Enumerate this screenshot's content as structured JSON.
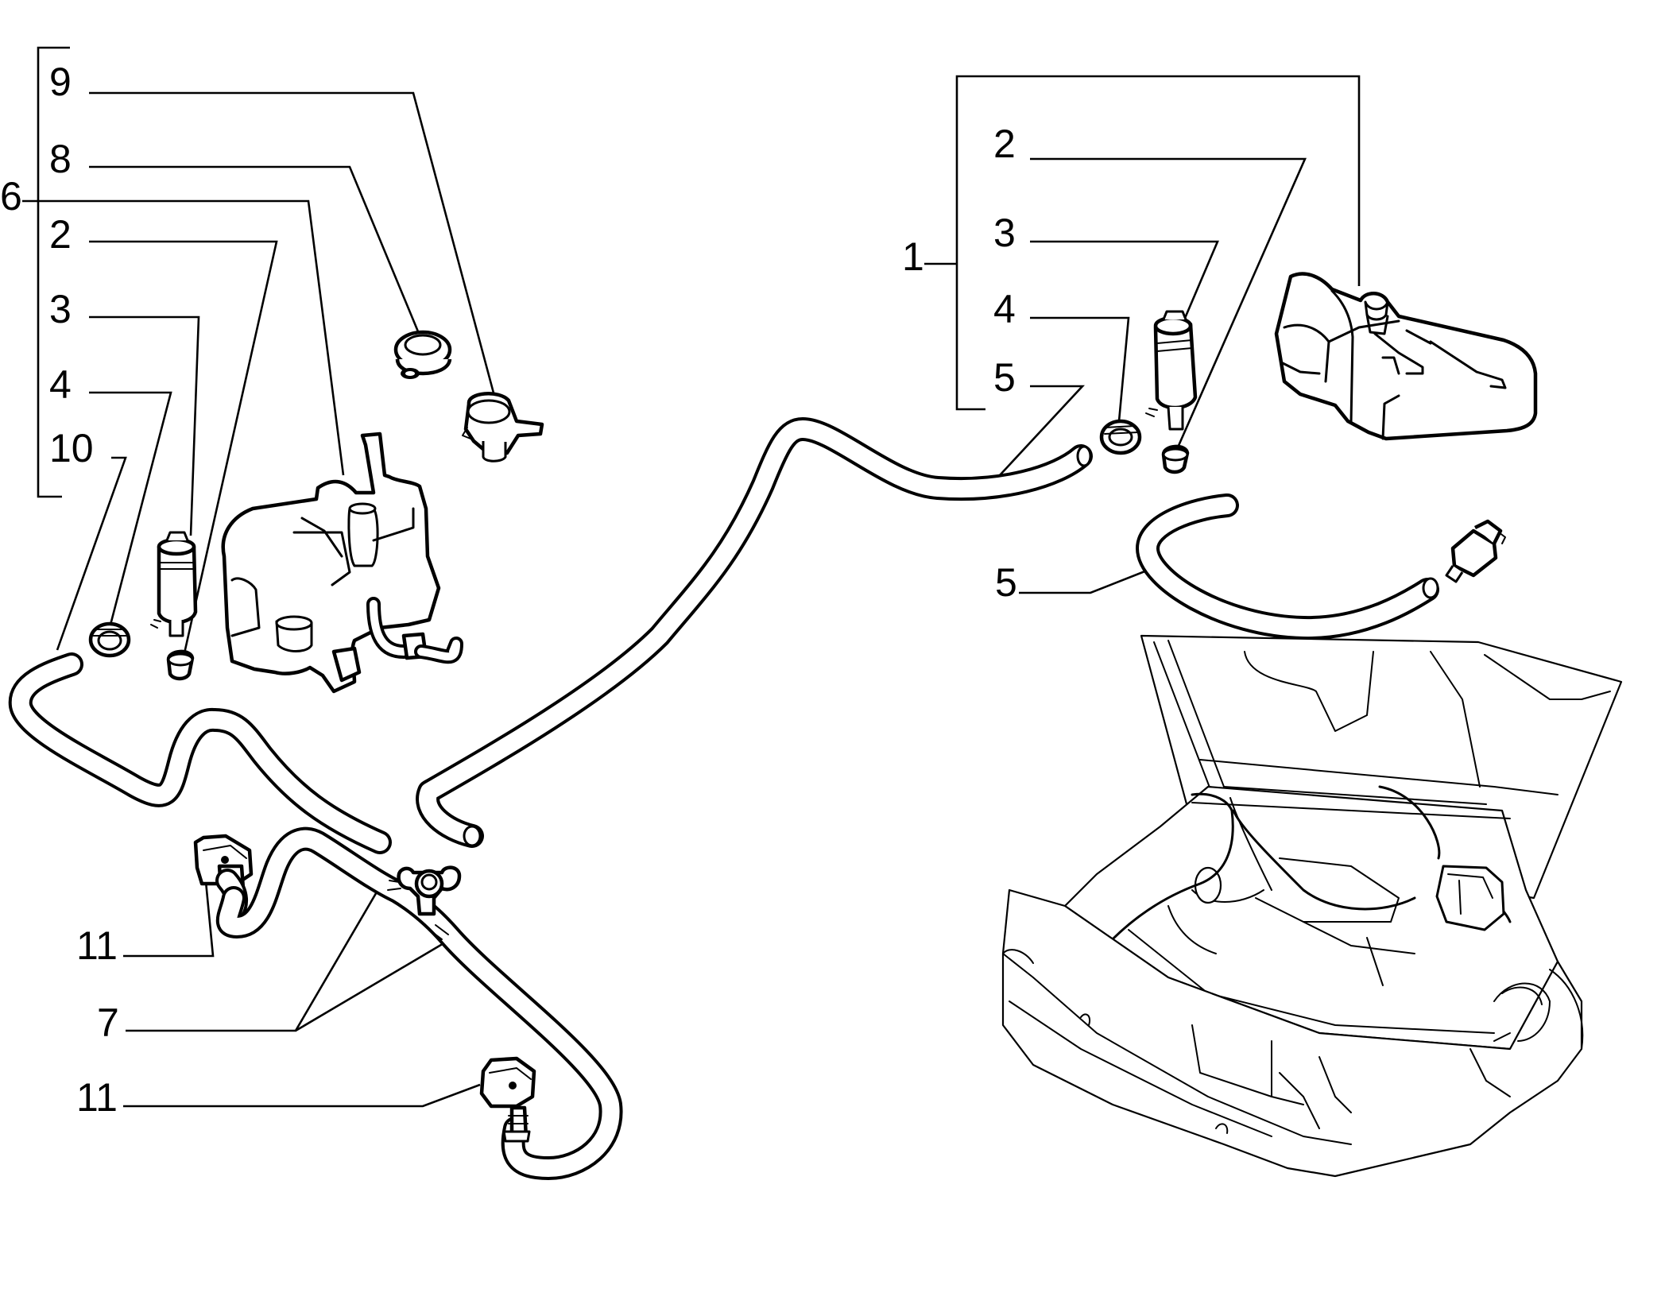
{
  "callouts": {
    "c9": "9",
    "c8": "8",
    "c6": "6",
    "c2_left": "2",
    "c3_left": "3",
    "c4_left": "4",
    "c10": "10",
    "c11_top": "11",
    "c7": "7",
    "c11_bottom": "11",
    "c2_right": "2",
    "c3_right": "3",
    "c1": "1",
    "c4_right": "4",
    "c5_top": "5",
    "c5_bottom": "5"
  }
}
